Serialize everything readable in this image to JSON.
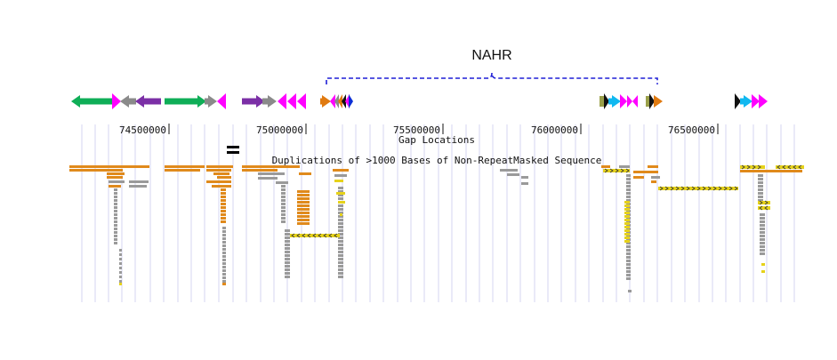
{
  "annotation": {
    "label": "NAHR",
    "bracket_color": "#1f1fd6"
  },
  "ruler": {
    "ticks": [
      {
        "label": "74500000"
      },
      {
        "label": "75000000"
      },
      {
        "label": "75500000"
      },
      {
        "label": "76000000"
      },
      {
        "label": "76500000"
      }
    ]
  },
  "tracks": {
    "gap_locations": {
      "label": "Gap Locations"
    },
    "duplications": {
      "label": "Duplications of >1000 Bases of Non-RepeatMasked Sequence"
    }
  },
  "colors": {
    "green": "#0fae57",
    "gray": "#8a8a8a",
    "purple": "#7b2fa6",
    "magenta": "#ff00ff",
    "orange": "#e07a10",
    "blue": "#0b2fd6",
    "cyan": "#10b8f0",
    "black": "#111111",
    "olive": "#9aa04a",
    "gridline": "#d4d4f2",
    "dup_orange": "#e08a1c",
    "dup_yellow": "#e6d21a",
    "dup_gray": "#9a9a9a"
  },
  "icons": {
    "gap_marker": "equals-icon"
  }
}
